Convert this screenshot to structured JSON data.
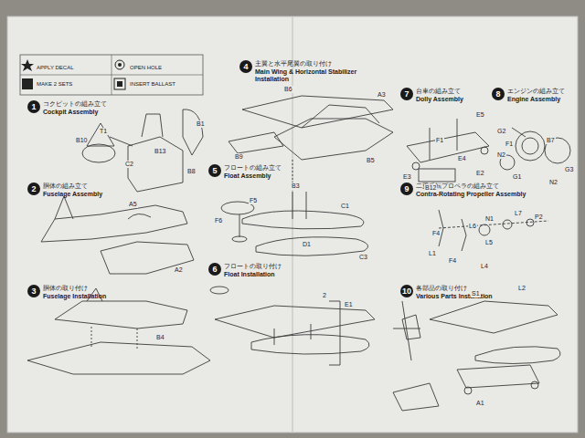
{
  "diagram": {
    "nodes": [
      {
        "text": [
          "1",
          "コクピットの組み立て",
          "Cockpit Assembly"
        ]
      },
      {
        "text": [
          "2",
          "胴体の組み立て",
          "Fuselage Assembly"
        ]
      },
      {
        "text": [
          "3",
          "胴体の取り付け",
          "Fuselage Installation"
        ]
      },
      {
        "text": [
          "4",
          "主翼と水平尾翼の取り付け",
          "Main Wing & Horizontal Stabilizer Installation"
        ]
      },
      {
        "text": [
          "5",
          "フロートの組み立て",
          "Float Assembly"
        ]
      },
      {
        "text": [
          "6",
          "フロートの取り付け",
          "Float Installation"
        ]
      },
      {
        "text": [
          "7",
          "台車の組み立て",
          "Dolly Assembly"
        ]
      },
      {
        "text": [
          "8",
          "エンジンの組み立て",
          "Engine Assembly"
        ]
      },
      {
        "text": [
          "9",
          "二重反転プロペラの組み立て",
          "Contra-Rotating Propeller Assembly"
        ]
      },
      {
        "text": [
          "10",
          "各部品の取り付け",
          "Various Parts Installation"
        ]
      }
    ],
    "labels": [
      "T1",
      "B10",
      "C2",
      "B13",
      "B8",
      "B1",
      "A5",
      "A2",
      "B4",
      "B6",
      "A3",
      "B9",
      "B5",
      "F5",
      "F6",
      "B3",
      "C1",
      "D1",
      "C3",
      "E1",
      "2",
      "E5",
      "F1",
      "E4",
      "E3",
      "E2",
      "B12",
      "G2",
      "F1",
      "N2",
      "B7",
      "G3",
      "G1",
      "N2",
      "L7",
      "P2",
      "N1",
      "L6",
      "F4",
      "L5",
      "L1",
      "F4",
      "L4",
      "S1",
      "L2",
      "A1"
    ],
    "legend": [
      {
        "text": "APPLY DECAL"
      },
      {
        "text": "MAKE 2 SETS"
      },
      {
        "text": "OPEN HOLE"
      },
      {
        "text": "INSERT BALLAST"
      }
    ]
  }
}
